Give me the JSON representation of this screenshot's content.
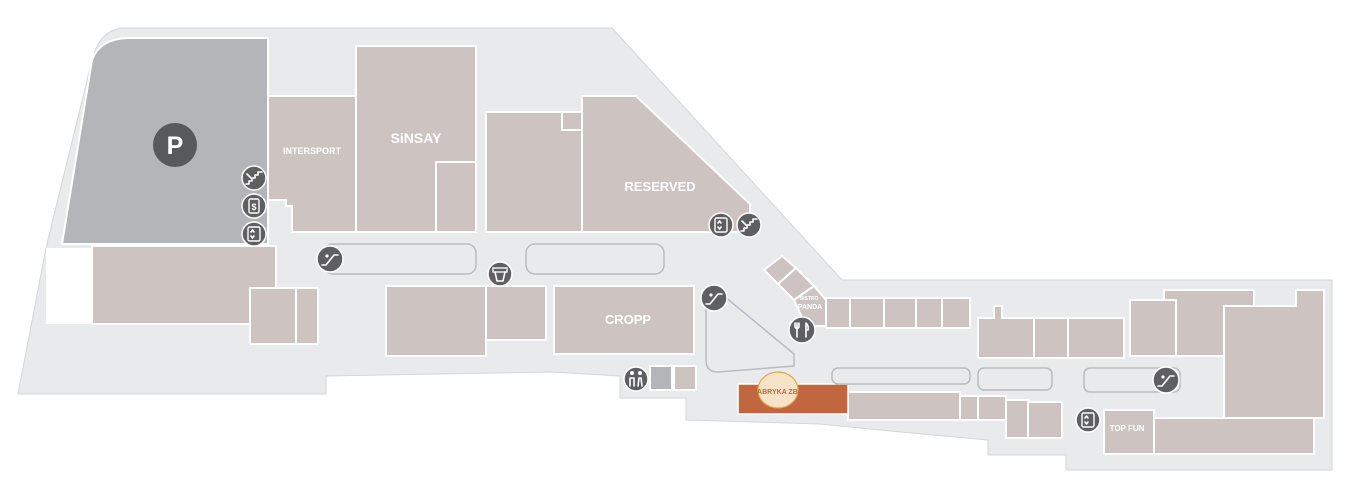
{
  "map": {
    "shops": {
      "intersport": "INTERSPORT",
      "sinsay": "SiNSAY",
      "reserved": "RESERVED",
      "cropp": "CROPP",
      "bistro_panda_line1": "BISTRO",
      "bistro_panda_line2": "PANDA",
      "top_fun": "TOP FUN",
      "fabryka_logo_text": "FABRYKA ZBA"
    },
    "icons": {
      "parking": "P",
      "atm": "$"
    },
    "colors": {
      "floor": "#e9eaeb",
      "shop": "#cdc3c0",
      "parking": "#b4b5b9",
      "icon": "#5f5f61",
      "highlight_store": "#c0673f"
    }
  }
}
